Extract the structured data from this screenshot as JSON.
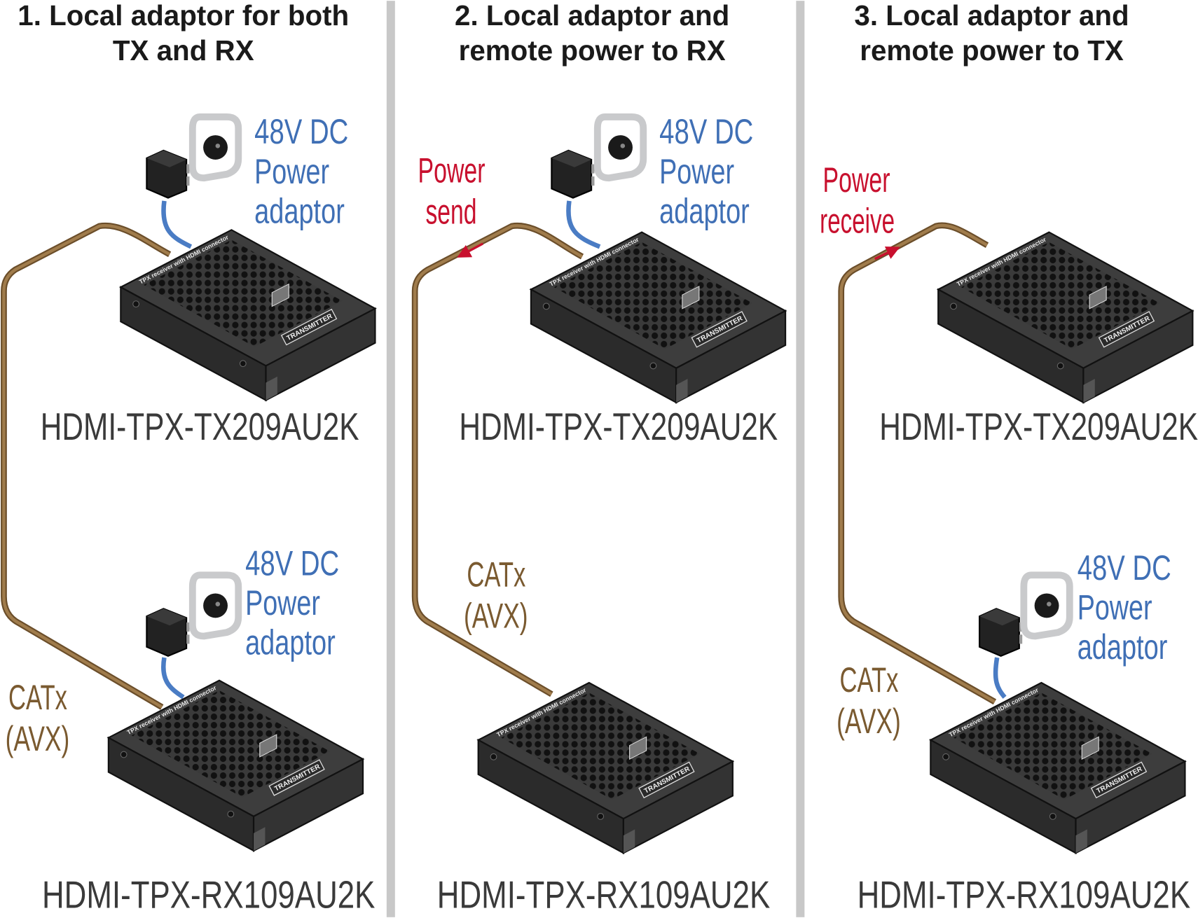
{
  "panels": [
    {
      "title_line1": "1. Local adaptor for both",
      "title_line2": "TX and RX",
      "tx_adaptor": {
        "line1": "48V DC",
        "line2": "Power",
        "line3": "adaptor"
      },
      "rx_adaptor": {
        "line1": "48V DC",
        "line2": "Power",
        "line3": "adaptor"
      },
      "cable_label": {
        "line1": "CATx",
        "line2": "(AVX)"
      },
      "tx_model": "HDMI-TPX-TX209AU2K",
      "rx_model": "HDMI-TPX-RX109AU2K"
    },
    {
      "title_line1": "2. Local adaptor and",
      "title_line2": "remote power to RX",
      "tx_adaptor": {
        "line1": "48V DC",
        "line2": "Power",
        "line3": "adaptor"
      },
      "power_label": {
        "line1": "Power",
        "line2": "send"
      },
      "cable_label": {
        "line1": "CATx",
        "line2": "(AVX)"
      },
      "tx_model": "HDMI-TPX-TX209AU2K",
      "rx_model": "HDMI-TPX-RX109AU2K"
    },
    {
      "title_line1": "3. Local adaptor and",
      "title_line2": "remote power to TX",
      "rx_adaptor": {
        "line1": "48V DC",
        "line2": "Power",
        "line3": "adaptor"
      },
      "power_label": {
        "line1": "Power",
        "line2": "receive"
      },
      "cable_label": {
        "line1": "CATx",
        "line2": "(AVX)"
      },
      "tx_model": "HDMI-TPX-TX209AU2K",
      "rx_model": "HDMI-TPX-RX109AU2K"
    }
  ],
  "device_labels": {
    "badge": "TRANSMITTER",
    "top_text": "TPX receiver with HDMI connector"
  },
  "colors": {
    "adaptor_text": "#3f6fb5",
    "power_text": "#c8102e",
    "cable_text": "#7a5a30",
    "catx_cable": "#a07c4c",
    "dc_cable": "#4a7cc4",
    "divider": "#c8c8c8"
  }
}
